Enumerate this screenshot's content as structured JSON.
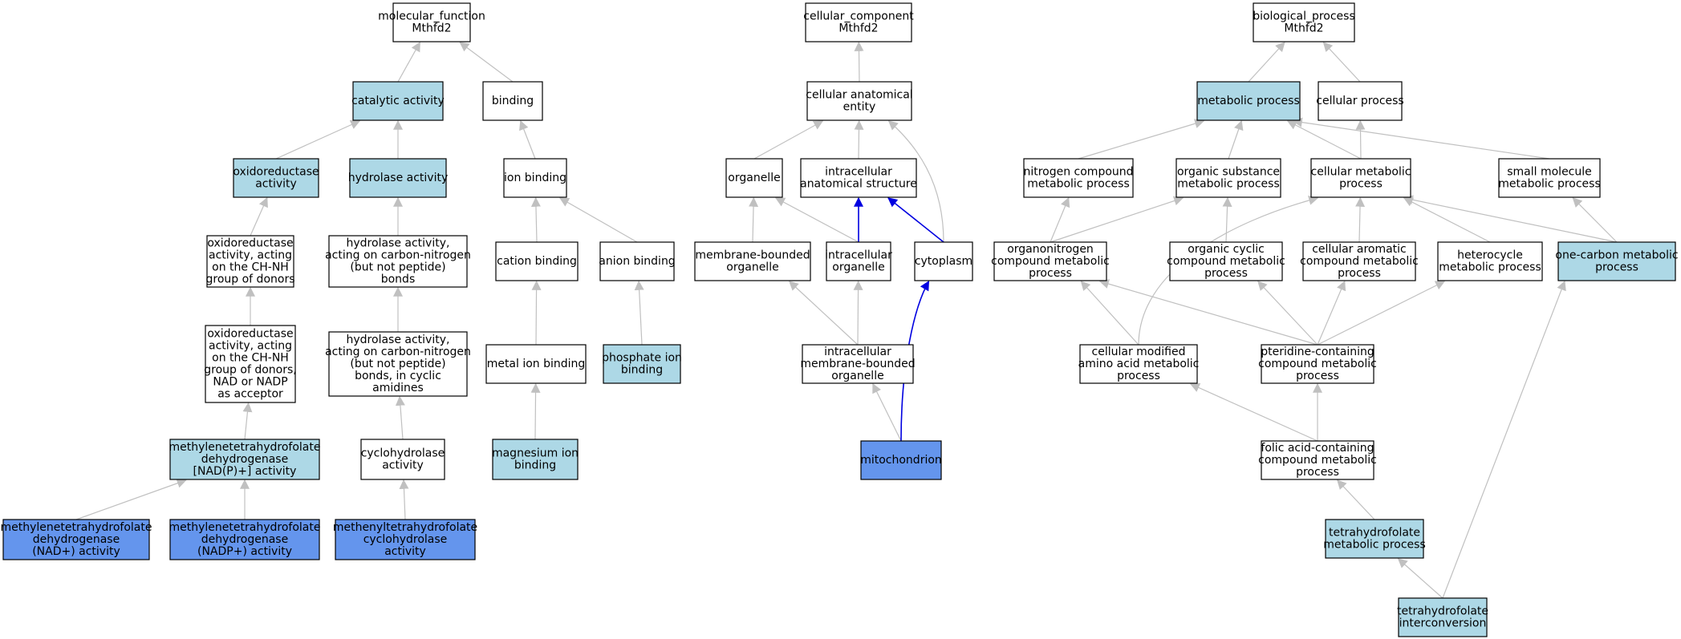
{
  "colors": {
    "plain": "#ffffff",
    "highlight": "#add8e6",
    "annotated": "#6495ed",
    "edge": "#c0c0c0",
    "edge_strong": "#0000e0",
    "border": "#000000"
  },
  "nodes": [
    {
      "id": "mf",
      "lines": [
        "molecular_function",
        "Mthfd2"
      ],
      "style": "plain"
    },
    {
      "id": "catalytic",
      "lines": [
        "catalytic activity"
      ],
      "style": "highlight"
    },
    {
      "id": "binding",
      "lines": [
        "binding"
      ],
      "style": "plain"
    },
    {
      "id": "oxred",
      "lines": [
        "oxidoreductase",
        "activity"
      ],
      "style": "highlight"
    },
    {
      "id": "hydrolase",
      "lines": [
        "hydrolase activity"
      ],
      "style": "highlight"
    },
    {
      "id": "ionbinding",
      "lines": [
        "ion binding"
      ],
      "style": "plain"
    },
    {
      "id": "oxred_chnh",
      "lines": [
        "oxidoreductase",
        "activity, acting",
        "on the CH-NH",
        "group of donors"
      ],
      "style": "plain"
    },
    {
      "id": "hyd_cn",
      "lines": [
        "hydrolase activity,",
        "acting on carbon-nitrogen",
        "(but not peptide)",
        "bonds"
      ],
      "style": "plain"
    },
    {
      "id": "cation",
      "lines": [
        "cation binding"
      ],
      "style": "plain"
    },
    {
      "id": "anion",
      "lines": [
        "anion binding"
      ],
      "style": "plain"
    },
    {
      "id": "oxred_nadp",
      "lines": [
        "oxidoreductase",
        "activity, acting",
        "on the CH-NH",
        "group of donors,",
        "NAD or NADP",
        "as acceptor"
      ],
      "style": "plain"
    },
    {
      "id": "hyd_cyclic",
      "lines": [
        "hydrolase activity,",
        "acting on carbon-nitrogen",
        "(but not peptide)",
        "bonds, in cyclic",
        "amidines"
      ],
      "style": "plain"
    },
    {
      "id": "metalion",
      "lines": [
        "metal ion binding"
      ],
      "style": "plain"
    },
    {
      "id": "phosphate",
      "lines": [
        "phosphate ion",
        "binding"
      ],
      "style": "highlight"
    },
    {
      "id": "mthfd_nadp_any",
      "lines": [
        "methylenetetrahydrofolate",
        "dehydrogenase",
        "[NAD(P)+] activity"
      ],
      "style": "highlight"
    },
    {
      "id": "cyclohydrolase",
      "lines": [
        "cyclohydrolase",
        "activity"
      ],
      "style": "plain"
    },
    {
      "id": "magnesium",
      "lines": [
        "magnesium ion",
        "binding"
      ],
      "style": "highlight"
    },
    {
      "id": "mthfd_nad",
      "lines": [
        "methylenetetrahydrofolate",
        "dehydrogenase",
        "(NAD+) activity"
      ],
      "style": "annotated"
    },
    {
      "id": "mthfd_nadp",
      "lines": [
        "methylenetetrahydrofolate",
        "dehydrogenase",
        "(NADP+) activity"
      ],
      "style": "annotated"
    },
    {
      "id": "menyl",
      "lines": [
        "methenyltetrahydrofolate",
        "cyclohydrolase",
        "activity"
      ],
      "style": "annotated"
    },
    {
      "id": "cc",
      "lines": [
        "cellular_component",
        "Mthfd2"
      ],
      "style": "plain"
    },
    {
      "id": "cae",
      "lines": [
        "cellular anatomical",
        "entity"
      ],
      "style": "plain"
    },
    {
      "id": "organelle",
      "lines": [
        "organelle"
      ],
      "style": "plain"
    },
    {
      "id": "ias",
      "lines": [
        "intracellular",
        "anatomical structure"
      ],
      "style": "plain"
    },
    {
      "id": "mbo",
      "lines": [
        "membrane-bounded",
        "organelle"
      ],
      "style": "plain"
    },
    {
      "id": "io",
      "lines": [
        "intracellular",
        "organelle"
      ],
      "style": "plain"
    },
    {
      "id": "cytoplasm",
      "lines": [
        "cytoplasm"
      ],
      "style": "plain"
    },
    {
      "id": "imbo",
      "lines": [
        "intracellular",
        "membrane-bounded",
        "organelle"
      ],
      "style": "plain"
    },
    {
      "id": "mito",
      "lines": [
        "mitochondrion"
      ],
      "style": "annotated"
    },
    {
      "id": "bp",
      "lines": [
        "biological_process",
        "Mthfd2"
      ],
      "style": "plain"
    },
    {
      "id": "metabolic",
      "lines": [
        "metabolic process"
      ],
      "style": "highlight"
    },
    {
      "id": "cellproc",
      "lines": [
        "cellular process"
      ],
      "style": "plain"
    },
    {
      "id": "ncmp",
      "lines": [
        "nitrogen compound",
        "metabolic process"
      ],
      "style": "plain"
    },
    {
      "id": "osmp",
      "lines": [
        "organic substance",
        "metabolic process"
      ],
      "style": "plain"
    },
    {
      "id": "cmp",
      "lines": [
        "cellular metabolic",
        "process"
      ],
      "style": "plain"
    },
    {
      "id": "smmp",
      "lines": [
        "small molecule",
        "metabolic process"
      ],
      "style": "plain"
    },
    {
      "id": "oncmp",
      "lines": [
        "organonitrogen",
        "compound metabolic",
        "process"
      ],
      "style": "plain"
    },
    {
      "id": "occmp",
      "lines": [
        "organic cyclic",
        "compound metabolic",
        "process"
      ],
      "style": "plain"
    },
    {
      "id": "cacmp",
      "lines": [
        "cellular aromatic",
        "compound metabolic",
        "process"
      ],
      "style": "plain"
    },
    {
      "id": "hmp",
      "lines": [
        "heterocycle",
        "metabolic process"
      ],
      "style": "plain"
    },
    {
      "id": "ocmp",
      "lines": [
        "one-carbon metabolic",
        "process"
      ],
      "style": "highlight"
    },
    {
      "id": "cmamp",
      "lines": [
        "cellular modified",
        "amino acid metabolic",
        "process"
      ],
      "style": "plain"
    },
    {
      "id": "pcmp",
      "lines": [
        "pteridine-containing",
        "compound metabolic",
        "process"
      ],
      "style": "plain"
    },
    {
      "id": "facmp",
      "lines": [
        "folic acid-containing",
        "compound metabolic",
        "process"
      ],
      "style": "plain"
    },
    {
      "id": "thfmp",
      "lines": [
        "tetrahydrofolate",
        "metabolic process"
      ],
      "style": "highlight"
    },
    {
      "id": "thfi",
      "lines": [
        "tetrahydrofolate",
        "interconversion"
      ],
      "style": "highlight"
    }
  ],
  "edges": [
    {
      "from": "catalytic",
      "to": "mf"
    },
    {
      "from": "binding",
      "to": "mf"
    },
    {
      "from": "oxred",
      "to": "catalytic"
    },
    {
      "from": "hydrolase",
      "to": "catalytic"
    },
    {
      "from": "ionbinding",
      "to": "binding"
    },
    {
      "from": "oxred_chnh",
      "to": "oxred"
    },
    {
      "from": "hyd_cn",
      "to": "hydrolase"
    },
    {
      "from": "cation",
      "to": "ionbinding"
    },
    {
      "from": "anion",
      "to": "ionbinding"
    },
    {
      "from": "oxred_nadp",
      "to": "oxred_chnh"
    },
    {
      "from": "hyd_cyclic",
      "to": "hyd_cn"
    },
    {
      "from": "metalion",
      "to": "cation"
    },
    {
      "from": "phosphate",
      "to": "anion"
    },
    {
      "from": "mthfd_nadp_any",
      "to": "oxred_nadp"
    },
    {
      "from": "cyclohydrolase",
      "to": "hyd_cyclic"
    },
    {
      "from": "magnesium",
      "to": "metalion"
    },
    {
      "from": "mthfd_nad",
      "to": "mthfd_nadp_any"
    },
    {
      "from": "mthfd_nadp",
      "to": "mthfd_nadp_any"
    },
    {
      "from": "menyl",
      "to": "cyclohydrolase"
    },
    {
      "from": "cae",
      "to": "cc"
    },
    {
      "from": "organelle",
      "to": "cae"
    },
    {
      "from": "ias",
      "to": "cae"
    },
    {
      "from": "cytoplasm",
      "to": "cae",
      "curve": true
    },
    {
      "from": "mbo",
      "to": "organelle"
    },
    {
      "from": "io",
      "to": "organelle"
    },
    {
      "from": "io",
      "to": "ias",
      "strong": true
    },
    {
      "from": "cytoplasm",
      "to": "ias",
      "strong": true
    },
    {
      "from": "imbo",
      "to": "mbo"
    },
    {
      "from": "imbo",
      "to": "io"
    },
    {
      "from": "mito",
      "to": "imbo"
    },
    {
      "from": "mito",
      "to": "cytoplasm",
      "strong": true,
      "curve": true
    },
    {
      "from": "metabolic",
      "to": "bp"
    },
    {
      "from": "cellproc",
      "to": "bp"
    },
    {
      "from": "ncmp",
      "to": "metabolic"
    },
    {
      "from": "osmp",
      "to": "metabolic"
    },
    {
      "from": "cmp",
      "to": "metabolic"
    },
    {
      "from": "cmp",
      "to": "cellproc"
    },
    {
      "from": "smmp",
      "to": "metabolic"
    },
    {
      "from": "oncmp",
      "to": "ncmp"
    },
    {
      "from": "oncmp",
      "to": "osmp"
    },
    {
      "from": "occmp",
      "to": "osmp"
    },
    {
      "from": "cacmp",
      "to": "cmp"
    },
    {
      "from": "hmp",
      "to": "cmp"
    },
    {
      "from": "ocmp",
      "to": "cmp"
    },
    {
      "from": "ocmp",
      "to": "smmp"
    },
    {
      "from": "cmamp",
      "to": "oncmp"
    },
    {
      "from": "cmamp",
      "to": "cmp",
      "curve": true
    },
    {
      "from": "pcmp",
      "to": "oncmp"
    },
    {
      "from": "pcmp",
      "to": "occmp"
    },
    {
      "from": "pcmp",
      "to": "cacmp"
    },
    {
      "from": "pcmp",
      "to": "hmp"
    },
    {
      "from": "facmp",
      "to": "cmamp"
    },
    {
      "from": "facmp",
      "to": "pcmp"
    },
    {
      "from": "thfmp",
      "to": "facmp"
    },
    {
      "from": "thfi",
      "to": "thfmp"
    },
    {
      "from": "thfi",
      "to": "ocmp"
    }
  ]
}
